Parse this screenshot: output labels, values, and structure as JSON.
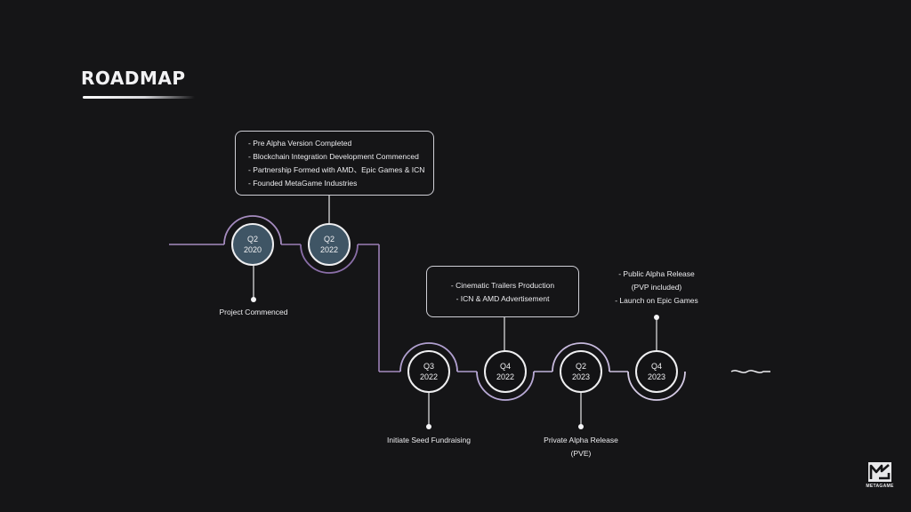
{
  "title": "ROADMAP",
  "colors": {
    "background": "#151517",
    "node_filled": "#3f5565",
    "path_purple": "#9b7fb6",
    "path_lilac": "#c6b9dc"
  },
  "milestones": [
    {
      "quarter": "Q2",
      "year": "2020",
      "label_lines": [
        "Project Commenced"
      ]
    },
    {
      "quarter": "Q2",
      "year": "2022",
      "callout": [
        "- Pre Alpha Version Completed",
        "- Blockchain Integration Development Commenced",
        "- Partnership Formed with AMD、Epic Games & ICN",
        "- Founded MetaGame Industries"
      ]
    },
    {
      "quarter": "Q3",
      "year": "2022",
      "label_lines": [
        "Initiate Seed Fundraising"
      ]
    },
    {
      "quarter": "Q4",
      "year": "2022",
      "callout": [
        "- Cinematic Trailers Production",
        "- ICN & AMD Advertisement"
      ]
    },
    {
      "quarter": "Q2",
      "year": "2023",
      "label_lines": [
        "Private Alpha Release",
        "(PVE)"
      ]
    },
    {
      "quarter": "Q4",
      "year": "2023",
      "label_lines": [
        "- Public Alpha Release",
        "(PVP included)",
        "- Launch on Epic Games"
      ]
    }
  ],
  "logo": {
    "icon": "metagame-logo-icon",
    "text": "METAGAME"
  }
}
